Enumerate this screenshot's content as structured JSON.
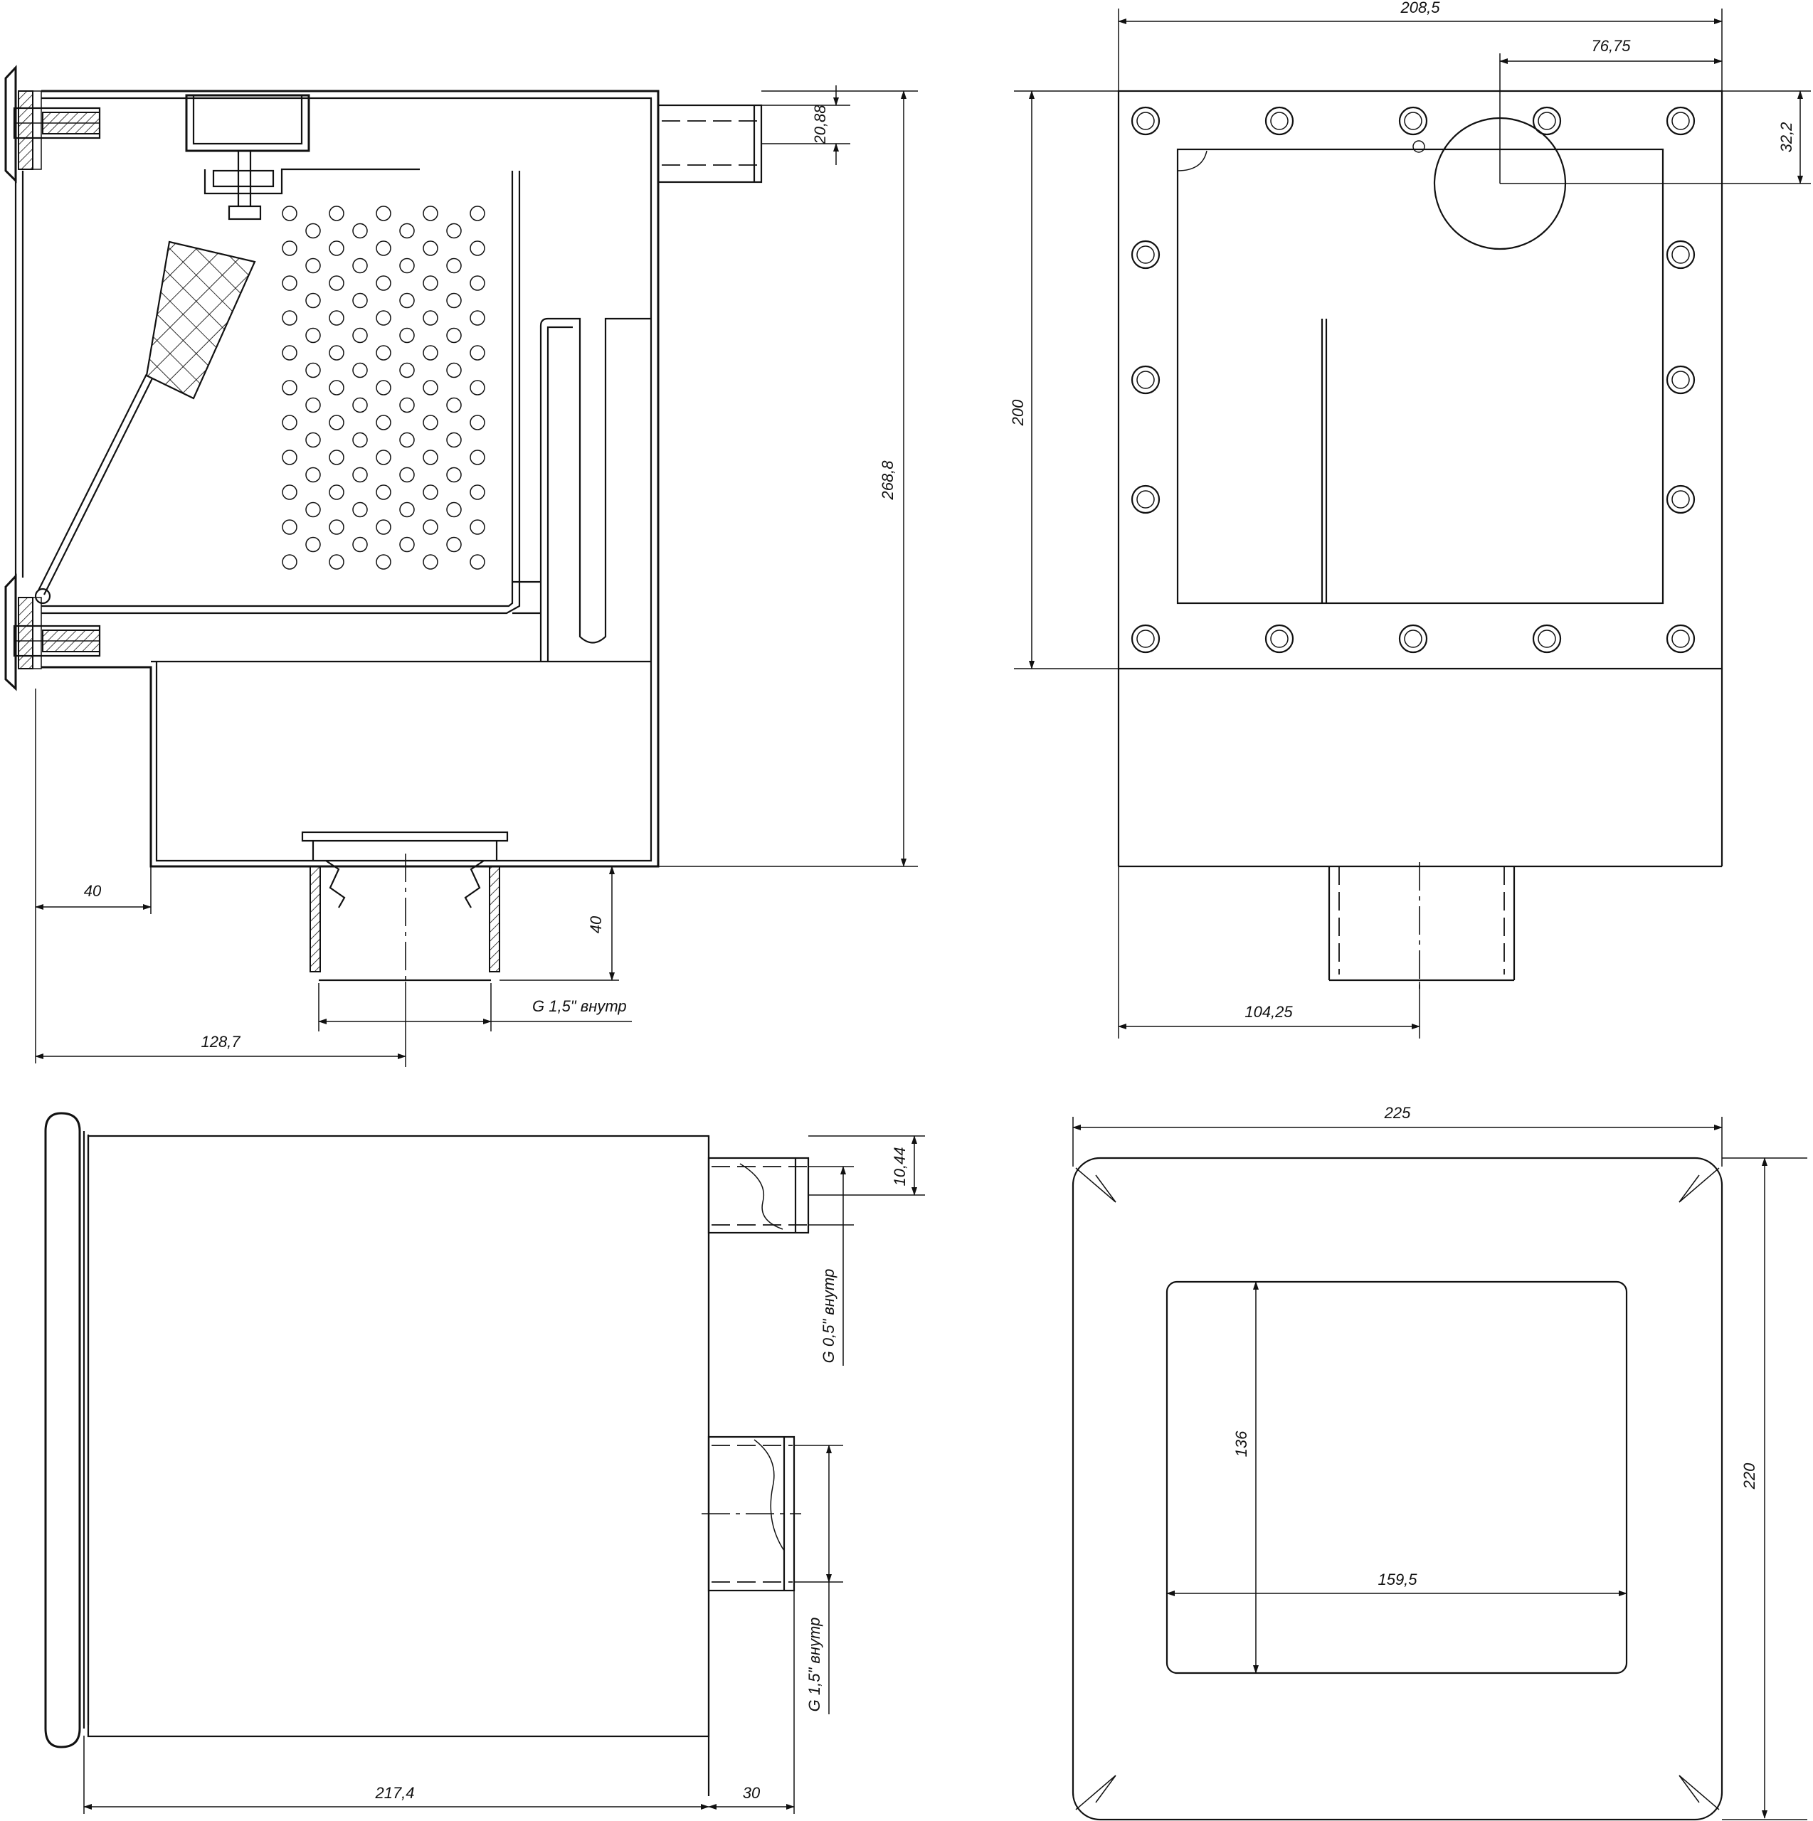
{
  "dimensions": {
    "front_view": {
      "inlet_offset": "20,88",
      "height": "268,8",
      "flange_to_body": "40",
      "pipe_length": "40",
      "pipe_thread": "G 1,5\" внутр",
      "pipe_position": "128,7"
    },
    "side_view": {
      "width": "208,5",
      "hole_offset_x": "76,75",
      "hole_offset_y": "32,2",
      "height": "200",
      "pipe_position": "104,25"
    },
    "top_view": {
      "top_pipe_offset": "10,44",
      "top_thread": "G 0,5\" внутр",
      "bottom_thread": "G 1,5\" внутр",
      "body_length": "217,4",
      "pipe_length": "30"
    },
    "face_view": {
      "width": "225",
      "height": "220",
      "opening_height": "136",
      "opening_width": "159,5"
    }
  }
}
